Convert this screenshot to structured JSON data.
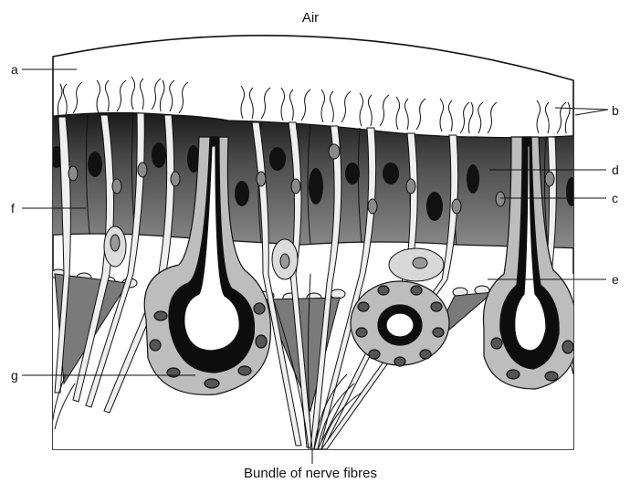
{
  "diagram": {
    "top_label": "Air",
    "bottom_label": "Bundle of nerve fibres",
    "labels": {
      "a": "a",
      "b": "b",
      "c": "c",
      "d": "d",
      "e": "e",
      "f": "f",
      "g": "g"
    },
    "colors": {
      "outline": "#111111",
      "dark_cell": "#3c3c3c",
      "mid_cell": "#7a7a7a",
      "light_cell": "#e6e6e6",
      "gland_wall": "#bdbdbd",
      "nucleus": "#151515"
    }
  }
}
